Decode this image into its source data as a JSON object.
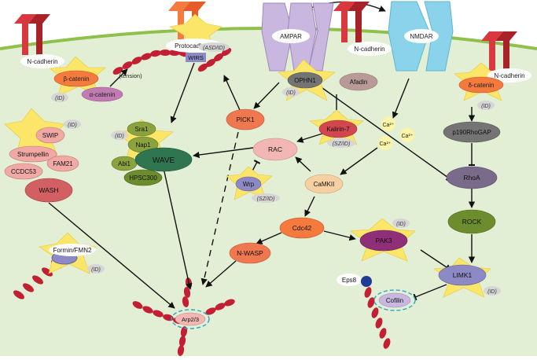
{
  "colors": {
    "cell": "#e3efd4",
    "membrane": "#8fc04b",
    "receptor": "#d8383e",
    "receptor_dark": "#a82228",
    "ampar": "#c9b7df",
    "nmdar": "#8ad3ea",
    "star": "#fbe66a",
    "actin": "#c21f32",
    "badge": "#d6d6d6",
    "rac": "#f2b7b3",
    "pink": "#f0a9a5",
    "orange": "#f47a3e",
    "green_dark": "#2f7650",
    "olive": "#8aa33e",
    "olive_dark": "#6c8c2e",
    "purple": "#8f2f78",
    "wrp": "#8d89c5",
    "gray_dark": "#747474",
    "ca": "#fbf5a8",
    "eps8": "#1f3b95",
    "dash_circle": "#2aa6c8"
  },
  "labels": {
    "n_cadherin": "N-cadherin",
    "protocadherin": "Protocadherin",
    "wirs": "WIRS",
    "asd_id": "(ASD/ID)",
    "ampar": "AMPAR",
    "nmdar": "NMDAR",
    "beta_catenin": "β-catenin",
    "alpha_catenin": "α-catenin",
    "tension": "(tension)",
    "id": "(ID)",
    "sz_id": "(SZ/ID)",
    "ophn1": "OPHN1",
    "afadin": "Afadin",
    "delta_catenin": "δ-catenin",
    "pick1": "PICK1",
    "kalirin7": "Kalirin-7",
    "ca2": "Ca²⁺",
    "p190rhogap": "p190RhoGAP",
    "swip": "SWIP",
    "strumpellin": "Strumpellin",
    "fam21": "FAM21",
    "ccdc53": "CCDC53",
    "wash": "WASH",
    "sra1": "Sra1",
    "nap1": "Nap1",
    "abi1": "Abi1",
    "wave": "WAVE",
    "hpsc300": "HPSC300",
    "rac": "RAC",
    "wrp": "Wrp",
    "camkii": "CaMKII",
    "rhoa": "RhoA",
    "rock": "ROCK",
    "cdc42": "Cdc42",
    "n_wasp": "N-WASP",
    "pak3": "PAK3",
    "limk1": "LIMK1",
    "formin": "Formin/FMN2",
    "eps8": "Eps8",
    "cofilin": "Cofilin",
    "arp23": "Arp2/3"
  }
}
